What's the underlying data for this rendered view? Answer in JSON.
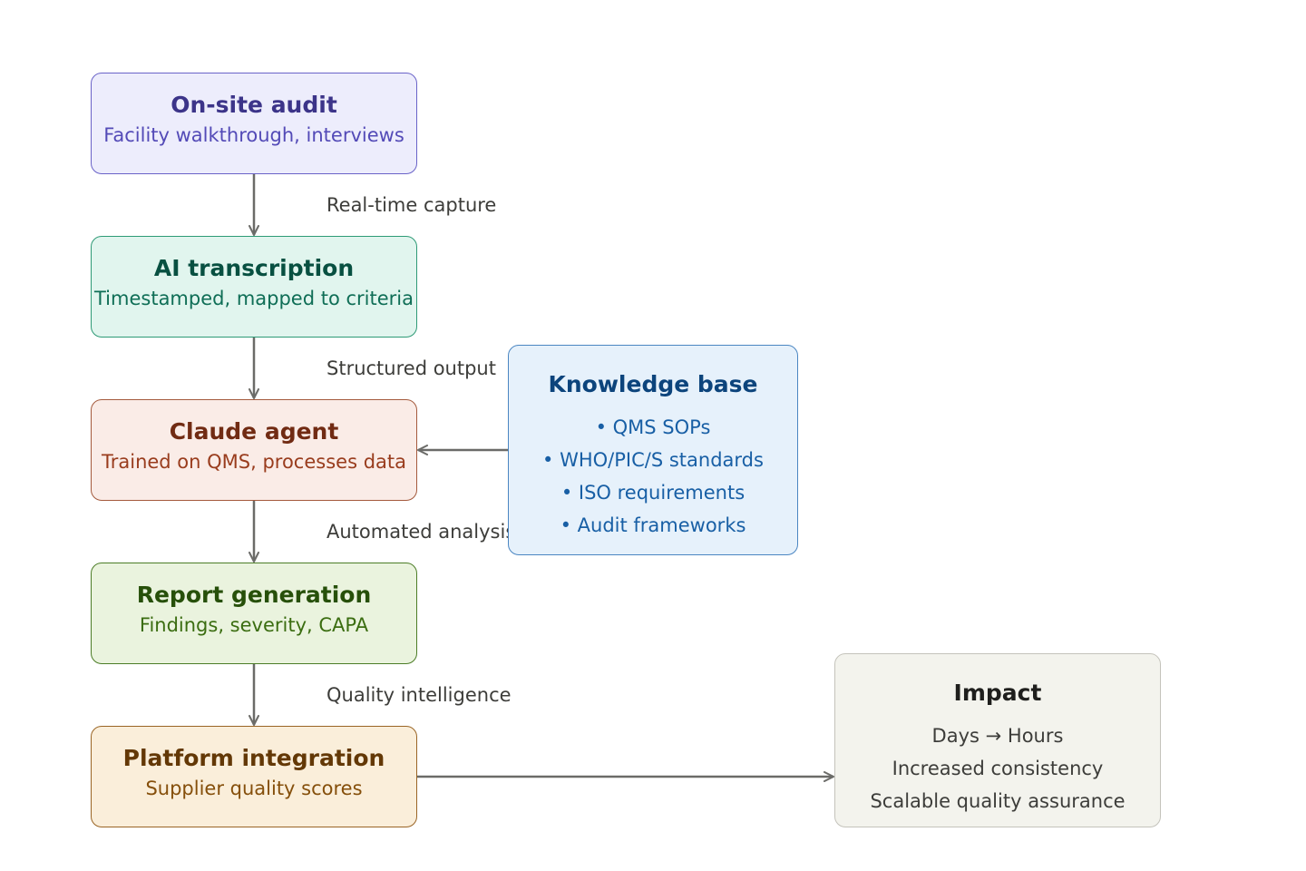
{
  "stages": [
    {
      "title": "On-site audit",
      "subtitle": "Facility walkthrough, interviews"
    },
    {
      "title": "AI transcription",
      "subtitle": "Timestamped, mapped to criteria"
    },
    {
      "title": "Claude agent",
      "subtitle": "Trained on QMS, processes data"
    },
    {
      "title": "Report generation",
      "subtitle": "Findings, severity, CAPA"
    },
    {
      "title": "Platform integration",
      "subtitle": "Supplier quality scores"
    }
  ],
  "edge_labels": [
    "Real-time capture",
    "Structured output",
    "Automated analysis",
    "Quality intelligence"
  ],
  "knowledge_base": {
    "title": "Knowledge base",
    "items": [
      "• QMS SOPs",
      "• WHO/PIC/S standards",
      "• ISO requirements",
      "• Audit frameworks"
    ]
  },
  "impact": {
    "title": "Impact",
    "items": [
      "Days → Hours",
      "Increased consistency",
      "Scalable quality assurance"
    ]
  },
  "colors": {
    "arrow": "#6b6b68",
    "onsite": {
      "fill": "#ededfc",
      "stroke": "#6a63c8",
      "title": "#3c3489",
      "sub": "#534ab7"
    },
    "transcription": {
      "fill": "#e1f5ee",
      "stroke": "#2e9a76",
      "title": "#085041",
      "sub": "#0f6e56"
    },
    "agent": {
      "fill": "#faece7",
      "stroke": "#a45a3d",
      "title": "#712b13",
      "sub": "#993c1d"
    },
    "report": {
      "fill": "#eaf3de",
      "stroke": "#4c7d27",
      "title": "#27500a",
      "sub": "#3b6d11"
    },
    "platform": {
      "fill": "#faeeda",
      "stroke": "#9a6525",
      "title": "#633806",
      "sub": "#854f0b"
    },
    "knowledge": {
      "fill": "#e6f1fb",
      "stroke": "#4b86c2",
      "title": "#0c447c",
      "sub": "#185fa5"
    },
    "impact": {
      "fill": "#f3f3ed",
      "stroke": "#c4c3bb",
      "title": "#1f1f1d",
      "sub": "#3d3d3a"
    }
  }
}
